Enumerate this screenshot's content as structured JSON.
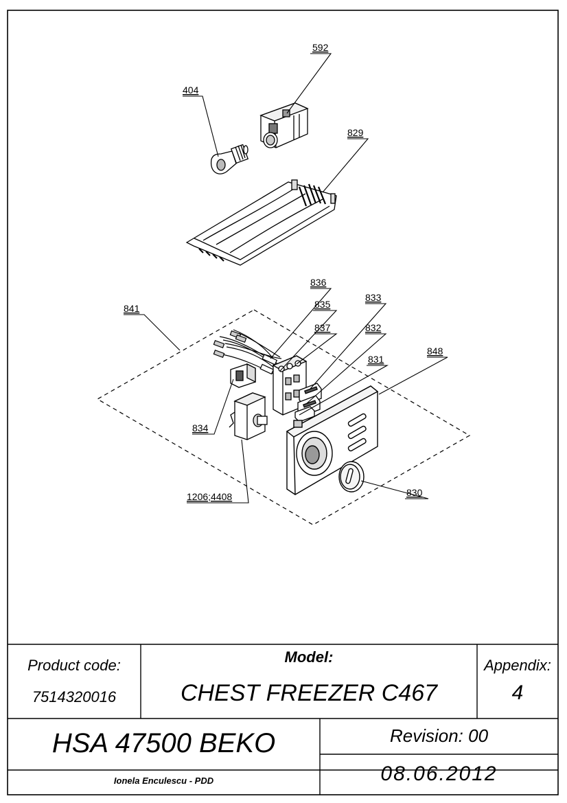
{
  "callouts": {
    "c592": "592",
    "c404": "404",
    "c829": "829",
    "c836": "836",
    "c835": "835",
    "c833": "833",
    "c837": "837",
    "c832": "832",
    "c841": "841",
    "c848": "848",
    "c831": "831",
    "c834": "834",
    "c830": "830",
    "c1206": "1206;4408"
  },
  "title_block": {
    "product_code_label": "Product code:",
    "product_code_value": "7514320016",
    "model_label": "Model:",
    "model_value": "CHEST FREEZER C467",
    "appendix_label": "Appendix:",
    "appendix_value": "4",
    "product_name": "HSA 47500 BEKO",
    "revision": "Revision: 00",
    "author": "Ionela Enculescu - PDD",
    "date": "08.06.2012"
  }
}
